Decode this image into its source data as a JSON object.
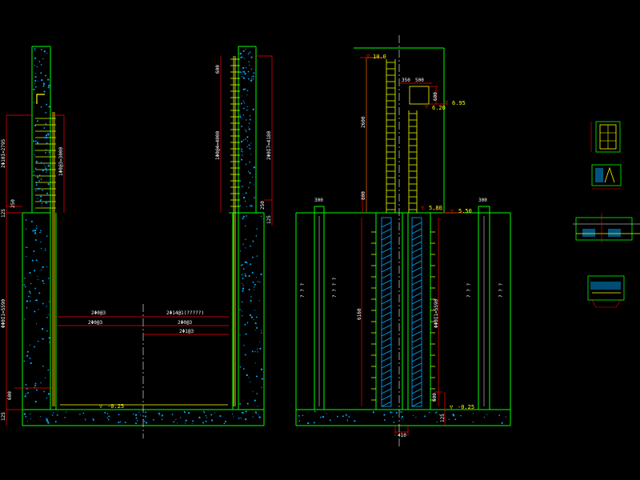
{
  "colors": {
    "background": "#000000",
    "concrete": "#00ff00",
    "rebar": "#ffff00",
    "dimension": "#ff0000",
    "outline": "#00ffff",
    "text": "#ffffff",
    "hatch": "#00aaff",
    "stirrup": "#ccff00"
  },
  "left_section": {
    "dim_left_upper": "2Φ10Ι=2795",
    "dim_left_125": "125",
    "dim_left_250": "250",
    "dim_left_lower": "ΦΦ0Ι1=5590",
    "dim_left_bottom_125": "125",
    "dim_left_bottom_600": "600",
    "dim_inner_left": "1Φ0@3=3000",
    "dim_inner_right": "1Φ0@4=4000",
    "dim_right_top_600": "600",
    "dim_right_outer": "2Φ0Ι7=4180",
    "dim_right_250": "250",
    "dim_right_125": "125",
    "bar_label_1": "2Φ0@3",
    "bar_label_2": "2Φ14@1(?????)",
    "bar_label_3": "2Φ0@3",
    "bar_label_4": "2Φ0@3",
    "bar_label_5": "2Φ1@3",
    "elevation": "-0.25"
  },
  "right_section": {
    "elev_top": "10.0",
    "dim_350": "350",
    "dim_500": "500",
    "dim_600": "600",
    "elev_620": "6.20",
    "elev_695": "6.95",
    "dim_vertical": "2600",
    "dim_800": "800",
    "dim_300_left": "300",
    "dim_300_right": "300",
    "elev_580": "5.80",
    "elev_550": "5.50",
    "text_col_a": "? ? ?",
    "text_col_b": "? ? ? ?",
    "text_col_c": "? ? ?",
    "text_col_d": "? ? ?",
    "dim_6160": "6160",
    "dim_lower": "ΦΦ0Ι1=5590",
    "dim_600_bottom": "600",
    "dim_125_bottom": "125",
    "elevation_bottom": "-0.25",
    "dim_410": "410"
  }
}
